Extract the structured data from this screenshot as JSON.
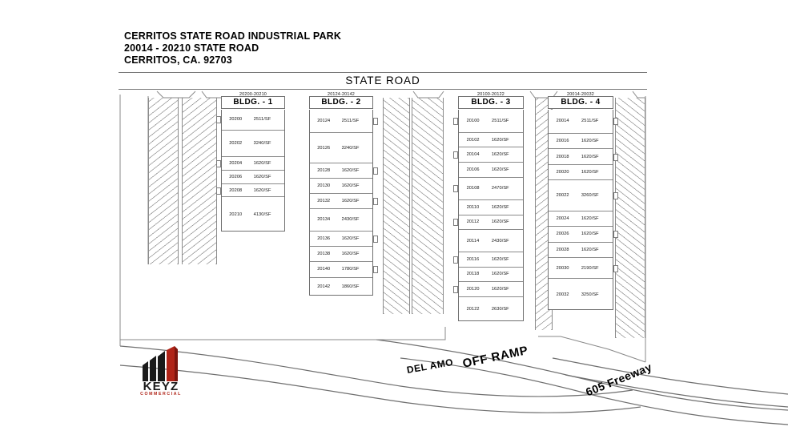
{
  "title": {
    "line1": "CERRITOS STATE ROAD INDUSTRIAL PARK",
    "line2": "20014 - 20210 STATE ROAD",
    "line3": "CERRITOS, CA. 92703"
  },
  "streets": {
    "state_road": "STATE ROAD",
    "del_amo": "DEL AMO",
    "off_ramp": "OFF RAMP",
    "freeway": "605 Freeway"
  },
  "logo": {
    "name": "KEYZ",
    "subtitle": "COMMERCIAL",
    "black": "#1a1a1a",
    "red": "#b02418"
  },
  "buildings": [
    {
      "name": "BLDG. - 1",
      "range": "20200-20210",
      "units": [
        {
          "number": "20200",
          "area": "2511/SF"
        },
        {
          "number": "20202",
          "area": "3240/SF"
        },
        {
          "number": "20204",
          "area": "1620/SF"
        },
        {
          "number": "20206",
          "area": "1620/SF"
        },
        {
          "number": "20208",
          "area": "1620/SF"
        },
        {
          "number": "20210",
          "area": "4130/SF"
        }
      ]
    },
    {
      "name": "BLDG. - 2",
      "range": "20124-20142",
      "units": [
        {
          "number": "20124",
          "area": "2511/SF"
        },
        {
          "number": "20126",
          "area": "3240/SF"
        },
        {
          "number": "20128",
          "area": "1620/SF"
        },
        {
          "number": "20130",
          "area": "1620/SF"
        },
        {
          "number": "20132",
          "area": "1620/SF"
        },
        {
          "number": "20134",
          "area": "2430/SF"
        },
        {
          "number": "20136",
          "area": "1620/SF"
        },
        {
          "number": "20138",
          "area": "1620/SF"
        },
        {
          "number": "20140",
          "area": "1780/SF"
        },
        {
          "number": "20142",
          "area": "1860/SF"
        }
      ]
    },
    {
      "name": "BLDG. - 3",
      "range": "20100-20122",
      "units": [
        {
          "number": "20100",
          "area": "2511/SF"
        },
        {
          "number": "20102",
          "area": "1620/SF"
        },
        {
          "number": "20104",
          "area": "1620/SF"
        },
        {
          "number": "20106",
          "area": "1620/SF"
        },
        {
          "number": "20108",
          "area": "2470/SF"
        },
        {
          "number": "20110",
          "area": "1620/SF"
        },
        {
          "number": "20112",
          "area": "1620/SF"
        },
        {
          "number": "20114",
          "area": "2430/SF"
        },
        {
          "number": "20116",
          "area": "1620/SF"
        },
        {
          "number": "20118",
          "area": "1620/SF"
        },
        {
          "number": "20120",
          "area": "1620/SF"
        },
        {
          "number": "20122",
          "area": "2630/SF"
        }
      ]
    },
    {
      "name": "BLDG. - 4",
      "range": "20014-20032",
      "units": [
        {
          "number": "20014",
          "area": "2511/SF"
        },
        {
          "number": "20016",
          "area": "1620/SF"
        },
        {
          "number": "20018",
          "area": "1620/SF"
        },
        {
          "number": "20020",
          "area": "1620/SF"
        },
        {
          "number": "20022",
          "area": "3260/SF"
        },
        {
          "number": "20024",
          "area": "1620/SF"
        },
        {
          "number": "20026",
          "area": "1620/SF"
        },
        {
          "number": "20028",
          "area": "1620/SF"
        },
        {
          "number": "20030",
          "area": "2190/SF"
        },
        {
          "number": "20032",
          "area": "3250/SF"
        }
      ]
    }
  ]
}
